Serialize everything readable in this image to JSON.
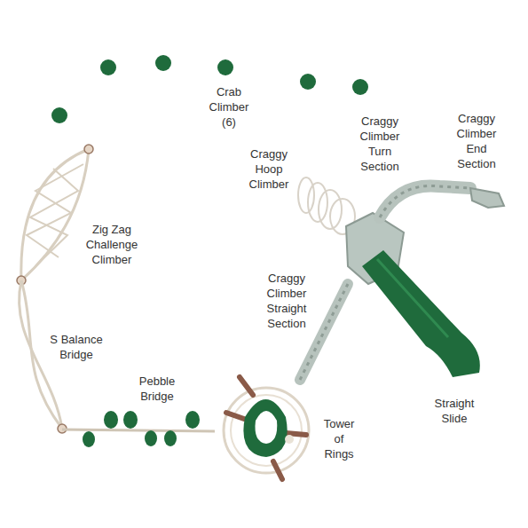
{
  "diagram": {
    "labels": [
      "Crab Climber (6)",
      "Craggy Climber Turn Section",
      "Craggy Climber End Section",
      "Craggy Hoop Climber",
      "Zig Zag Challenge Climber",
      "Craggy Climber Straight Section",
      "S Balance Bridge",
      "Pebble Bridge",
      "Straight Slide",
      "Tower of Rings"
    ]
  }
}
